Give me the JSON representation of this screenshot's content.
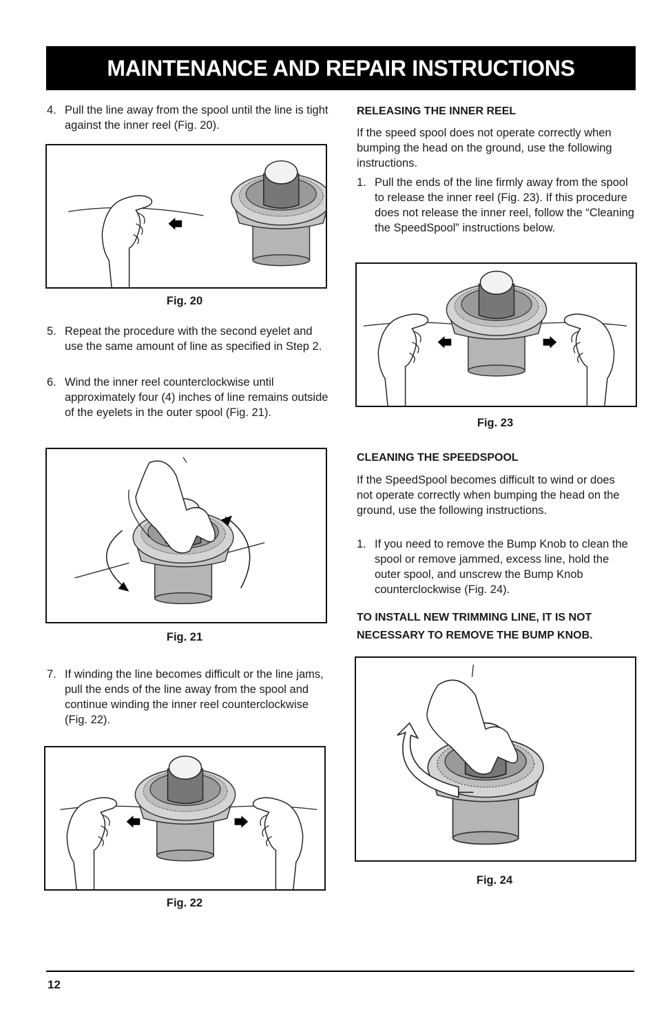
{
  "page": {
    "title": "MAINTENANCE AND REPAIR INSTRUCTIONS",
    "page_number": "12"
  },
  "left": {
    "step4": {
      "num": "4.",
      "text": "Pull the line away from the spool until the line is tight against the inner reel (Fig. 20)."
    },
    "fig20_caption": "Fig. 20",
    "step5": {
      "num": "5.",
      "text": "Repeat the procedure with the second eyelet and use the same amount of line as specified in Step 2."
    },
    "step6": {
      "num": "6.",
      "text": "Wind the inner reel counterclockwise until approximately four (4) inches of line remains outside of the eyelets in the outer spool (Fig. 21)."
    },
    "fig21_caption": "Fig. 21",
    "step7": {
      "num": "7.",
      "text": "If winding the line becomes difficult or the line jams, pull the ends of the line away from the spool and continue winding the inner reel counterclockwise (Fig. 22)."
    },
    "fig22_caption": "Fig. 22"
  },
  "right": {
    "releasing_heading": "RELEASING THE INNER REEL",
    "releasing_intro": "If the speed spool does not operate correctly when bumping the head on the ground, use the following instructions.",
    "releasing_step1": {
      "num": "1.",
      "text": "Pull the ends of the line firmly away from the spool to release the inner reel (Fig. 23). If this procedure does not release the inner reel, follow the “Cleaning the SpeedSpool” instructions below."
    },
    "fig23_caption": "Fig. 23",
    "cleaning_heading": "CLEANING THE SPEEDSPOOL",
    "cleaning_intro": "If the SpeedSpool becomes difficult to wind or does not operate correctly when bumping the head on the ground, use the following instructions.",
    "cleaning_step1": {
      "num": "1.",
      "text": "If you need to remove the Bump Knob to clean the spool or remove jammed, excess line, hold the outer spool, and unscrew the Bump Knob counterclockwise (Fig. 24)."
    },
    "warning_line1": "TO INSTALL NEW TRIMMING LINE, IT IS NOT",
    "warning_line2": "NECESSARY TO REMOVE THE BUMP KNOB.",
    "fig24_caption": "Fig. 24"
  },
  "illustrations": {
    "fig20": "spool-hand-pull-left-icon",
    "fig21": "spool-hand-wind-icon",
    "fig22": "spool-two-hands-pull-icon",
    "fig23": "spool-two-hands-pull-icon",
    "fig24": "spool-unscrew-knob-icon"
  }
}
